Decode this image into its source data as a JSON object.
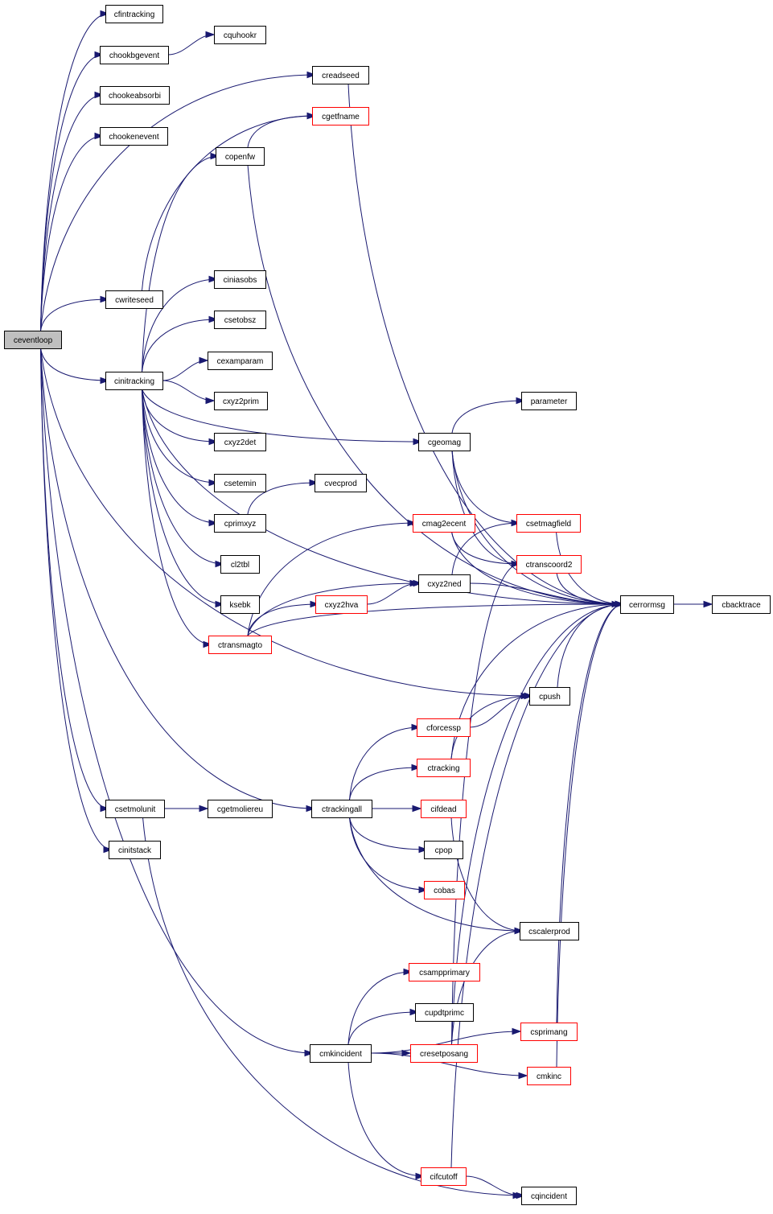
{
  "colors": {
    "edge": "#191970",
    "node_border": "#000000",
    "node_border_incomplete": "#ff0000",
    "root_fill": "#bfbfbf"
  },
  "nodes": [
    {
      "id": "ceventloop",
      "label": "ceventloop",
      "style": "root"
    },
    {
      "id": "cfintracking",
      "label": "cfintracking",
      "style": "normal"
    },
    {
      "id": "chookbgevent",
      "label": "chookbgevent",
      "style": "normal"
    },
    {
      "id": "cquhookr",
      "label": "cquhookr",
      "style": "normal"
    },
    {
      "id": "chookeabsorbi",
      "label": "chookeabsorbi",
      "style": "normal"
    },
    {
      "id": "chookenevent",
      "label": "chookenevent",
      "style": "normal"
    },
    {
      "id": "creadseed",
      "label": "creadseed",
      "style": "normal"
    },
    {
      "id": "cgetfname",
      "label": "cgetfname",
      "style": "red"
    },
    {
      "id": "copenfw",
      "label": "copenfw",
      "style": "normal"
    },
    {
      "id": "cwriteseed",
      "label": "cwriteseed",
      "style": "normal"
    },
    {
      "id": "ciniasobs",
      "label": "ciniasobs",
      "style": "normal"
    },
    {
      "id": "csetobsz",
      "label": "csetobsz",
      "style": "normal"
    },
    {
      "id": "cinitracking",
      "label": "cinitracking",
      "style": "normal"
    },
    {
      "id": "cexamparam",
      "label": "cexamparam",
      "style": "normal"
    },
    {
      "id": "cxyz2prim",
      "label": "cxyz2prim",
      "style": "normal"
    },
    {
      "id": "parameter",
      "label": "parameter",
      "style": "normal"
    },
    {
      "id": "cgeomag",
      "label": "cgeomag",
      "style": "normal"
    },
    {
      "id": "cxyz2det",
      "label": "cxyz2det",
      "style": "normal"
    },
    {
      "id": "csetemin",
      "label": "csetemin",
      "style": "normal"
    },
    {
      "id": "cvecprod",
      "label": "cvecprod",
      "style": "normal"
    },
    {
      "id": "cprimxyz",
      "label": "cprimxyz",
      "style": "normal"
    },
    {
      "id": "cmag2ecent",
      "label": "cmag2ecent",
      "style": "red"
    },
    {
      "id": "csetmagfield",
      "label": "csetmagfield",
      "style": "red"
    },
    {
      "id": "cl2tbl",
      "label": "cl2tbl",
      "style": "normal"
    },
    {
      "id": "ctranscoord2",
      "label": "ctranscoord2",
      "style": "red"
    },
    {
      "id": "cxyz2ned",
      "label": "cxyz2ned",
      "style": "normal"
    },
    {
      "id": "ksebk",
      "label": "ksebk",
      "style": "normal"
    },
    {
      "id": "cxyz2hva",
      "label": "cxyz2hva",
      "style": "red"
    },
    {
      "id": "cerrormsg",
      "label": "cerrormsg",
      "style": "normal"
    },
    {
      "id": "cbacktrace",
      "label": "cbacktrace",
      "style": "normal"
    },
    {
      "id": "ctransmagto",
      "label": "ctransmagto",
      "style": "red"
    },
    {
      "id": "cpush",
      "label": "cpush",
      "style": "normal"
    },
    {
      "id": "cforcessp",
      "label": "cforcessp",
      "style": "red"
    },
    {
      "id": "ctracking",
      "label": "ctracking",
      "style": "red"
    },
    {
      "id": "csetmolunit",
      "label": "csetmolunit",
      "style": "normal"
    },
    {
      "id": "cgetmoliereu",
      "label": "cgetmoliereu",
      "style": "normal"
    },
    {
      "id": "ctrackingall",
      "label": "ctrackingall",
      "style": "normal"
    },
    {
      "id": "cifdead",
      "label": "cifdead",
      "style": "red"
    },
    {
      "id": "cinitstack",
      "label": "cinitstack",
      "style": "normal"
    },
    {
      "id": "cpop",
      "label": "cpop",
      "style": "normal"
    },
    {
      "id": "cobas",
      "label": "cobas",
      "style": "red"
    },
    {
      "id": "cscalerprod",
      "label": "cscalerprod",
      "style": "normal"
    },
    {
      "id": "csampprimary",
      "label": "csampprimary",
      "style": "red"
    },
    {
      "id": "cupdtprimc",
      "label": "cupdtprimc",
      "style": "normal"
    },
    {
      "id": "csprimang",
      "label": "csprimang",
      "style": "red"
    },
    {
      "id": "cmkincident",
      "label": "cmkincident",
      "style": "normal"
    },
    {
      "id": "cresetposang",
      "label": "cresetposang",
      "style": "red"
    },
    {
      "id": "cmkinc",
      "label": "cmkinc",
      "style": "red"
    },
    {
      "id": "cifcutoff",
      "label": "cifcutoff",
      "style": "red"
    },
    {
      "id": "cqincident",
      "label": "cqincident",
      "style": "normal"
    }
  ],
  "edges": [
    [
      "ceventloop",
      "cfintracking"
    ],
    [
      "ceventloop",
      "chookbgevent"
    ],
    [
      "ceventloop",
      "chookeabsorbi"
    ],
    [
      "ceventloop",
      "chookenevent"
    ],
    [
      "ceventloop",
      "creadseed"
    ],
    [
      "ceventloop",
      "cwriteseed"
    ],
    [
      "ceventloop",
      "cinitracking"
    ],
    [
      "ceventloop",
      "cpush"
    ],
    [
      "ceventloop",
      "csetmolunit"
    ],
    [
      "ceventloop",
      "ctrackingall"
    ],
    [
      "ceventloop",
      "cinitstack"
    ],
    [
      "ceventloop",
      "cmkincident"
    ],
    [
      "chookbgevent",
      "cquhookr"
    ],
    [
      "creadseed",
      "cerrormsg"
    ],
    [
      "copenfw",
      "cgetfname"
    ],
    [
      "copenfw",
      "cerrormsg"
    ],
    [
      "cwriteseed",
      "cgetfname"
    ],
    [
      "cinitracking",
      "copenfw"
    ],
    [
      "cinitracking",
      "cerrormsg"
    ],
    [
      "cinitracking",
      "cgeomag"
    ],
    [
      "cinitracking",
      "ciniasobs"
    ],
    [
      "cinitracking",
      "csetobsz"
    ],
    [
      "cinitracking",
      "cexamparam"
    ],
    [
      "cinitracking",
      "cxyz2prim"
    ],
    [
      "cinitracking",
      "cxyz2det"
    ],
    [
      "cinitracking",
      "csetemin"
    ],
    [
      "cinitracking",
      "cprimxyz"
    ],
    [
      "cinitracking",
      "cl2tbl"
    ],
    [
      "cinitracking",
      "ksebk"
    ],
    [
      "cinitracking",
      "ctransmagto"
    ],
    [
      "cgeomag",
      "parameter"
    ],
    [
      "cgeomag",
      "cerrormsg"
    ],
    [
      "cgeomag",
      "csetmagfield"
    ],
    [
      "cgeomag",
      "ctranscoord2"
    ],
    [
      "cprimxyz",
      "cvecprod"
    ],
    [
      "cmag2ecent",
      "cerrormsg"
    ],
    [
      "cmag2ecent",
      "ctranscoord2"
    ],
    [
      "csetmagfield",
      "cerrormsg"
    ],
    [
      "ctranscoord2",
      "cerrormsg"
    ],
    [
      "cxyz2ned",
      "csetmagfield"
    ],
    [
      "cxyz2ned",
      "cerrormsg"
    ],
    [
      "cxyz2hva",
      "cxyz2ned"
    ],
    [
      "ctransmagto",
      "cmag2ecent"
    ],
    [
      "ctransmagto",
      "cxyz2ned"
    ],
    [
      "ctransmagto",
      "cxyz2hva"
    ],
    [
      "ctransmagto",
      "cerrormsg"
    ],
    [
      "cerrormsg",
      "cbacktrace"
    ],
    [
      "cpush",
      "cerrormsg"
    ],
    [
      "cforcessp",
      "cpush"
    ],
    [
      "ctracking",
      "cpush"
    ],
    [
      "ctracking",
      "cerrormsg"
    ],
    [
      "csetmolunit",
      "cgetmoliereu"
    ],
    [
      "csetmolunit",
      "cqincident"
    ],
    [
      "ctrackingall",
      "cforcessp"
    ],
    [
      "ctrackingall",
      "ctracking"
    ],
    [
      "ctrackingall",
      "cifdead"
    ],
    [
      "ctrackingall",
      "cpop"
    ],
    [
      "ctrackingall",
      "cobas"
    ],
    [
      "ctrackingall",
      "cscalerprod"
    ],
    [
      "cifdead",
      "cscalerprod"
    ],
    [
      "cmkincident",
      "csampprimary"
    ],
    [
      "cmkincident",
      "cupdtprimc"
    ],
    [
      "cmkincident",
      "cresetposang"
    ],
    [
      "cmkincident",
      "csprimang"
    ],
    [
      "cmkincident",
      "cmkinc"
    ],
    [
      "cmkincident",
      "cifcutoff"
    ],
    [
      "cresetposang",
      "ctranscoord2"
    ],
    [
      "cresetposang",
      "cscalerprod"
    ],
    [
      "cresetposang",
      "cerrormsg"
    ],
    [
      "csprimang",
      "cerrormsg"
    ],
    [
      "cmkinc",
      "cerrormsg"
    ],
    [
      "cifcutoff",
      "cerrormsg"
    ],
    [
      "cifcutoff",
      "cqincident"
    ]
  ]
}
